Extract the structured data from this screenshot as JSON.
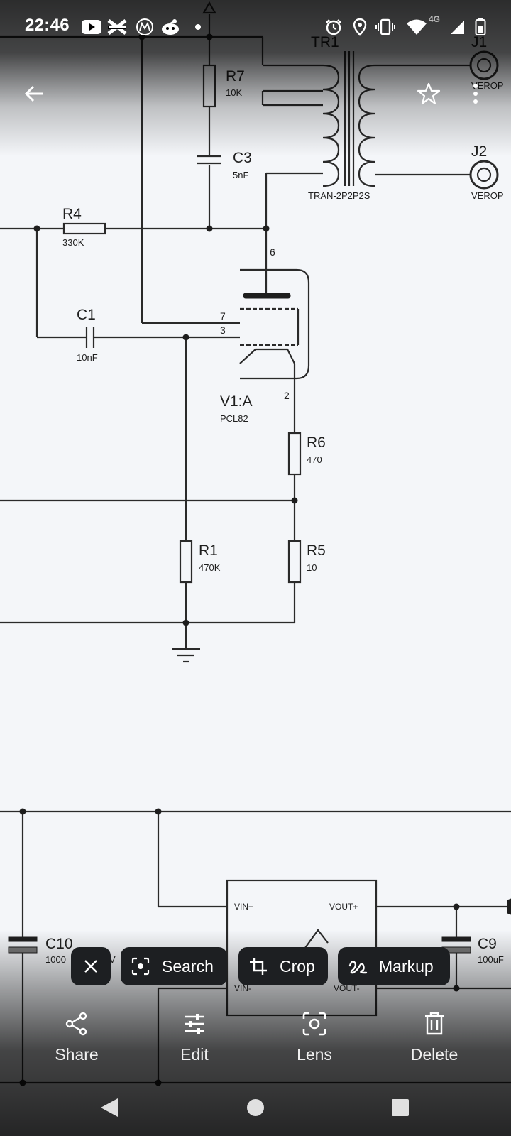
{
  "status_bar": {
    "time": "22:46",
    "network": "4G",
    "left_icons": [
      "youtube-icon",
      "halifax-icon",
      "motorola-icon",
      "snoo-icon",
      "dot-icon"
    ],
    "right_icons": [
      "alarm-icon",
      "location-icon",
      "vibrate-icon",
      "wifi-icon",
      "signal-icon",
      "battery-icon"
    ]
  },
  "top_bar": {
    "back": "back-arrow-icon",
    "favorite": "star-icon",
    "more": "more-vert-icon"
  },
  "schematic": {
    "labels": {
      "tr1": "TR1",
      "tr1_part": "TRAN-2P2P2S",
      "j1": "J1",
      "j1_part": "VEROP",
      "j2": "J2",
      "j2_part": "VEROP",
      "r7": "R7",
      "r7_val": "10K",
      "c3": "C3",
      "c3_val": "5nF",
      "r4": "R4",
      "r4_val": "330K",
      "c1": "C1",
      "c1_val": "10nF",
      "v1": "V1:A",
      "v1_part": "PCL82",
      "pin6": "6",
      "pin7": "7",
      "pin3": "3",
      "pin2": "2",
      "r6": "R6",
      "r6_val": "470",
      "r1": "R1",
      "r1_val": "470K",
      "r5": "R5",
      "r5_val": "10",
      "c10": "C10",
      "c10_val": "1000",
      "c10_val_tail": "V",
      "c9": "C9",
      "c9_val": "100uF",
      "vin_plus": "VIN+",
      "vout_plus": "VOUT+",
      "vin_minus": "VIN-",
      "vout_minus": "VOUT-"
    }
  },
  "chips": {
    "close_icon": "close-icon",
    "search": "Search",
    "crop": "Crop",
    "markup": "Markup"
  },
  "actions": {
    "share": "Share",
    "edit": "Edit",
    "lens": "Lens",
    "delete": "Delete"
  },
  "nav": {
    "back": "nav-back-icon",
    "home": "nav-home-icon",
    "recents": "nav-recents-icon"
  }
}
